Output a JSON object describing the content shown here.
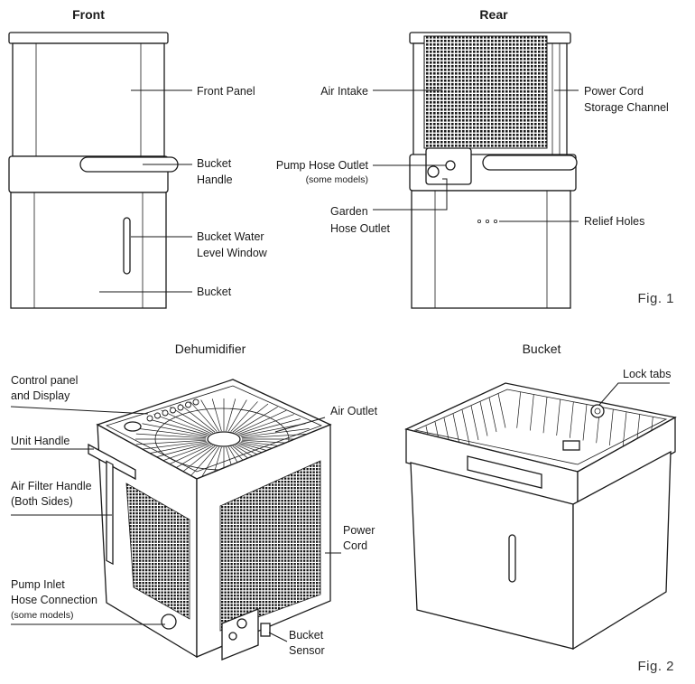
{
  "fig1": {
    "front_title": "Front",
    "rear_title": "Rear",
    "caption": "Fig. 1",
    "front_labels": {
      "front_panel": "Front Panel",
      "bucket_handle_1": "Bucket",
      "bucket_handle_2": "Handle",
      "level_window_1": "Bucket Water",
      "level_window_2": "Level Window",
      "bucket": "Bucket"
    },
    "rear_labels": {
      "air_intake": "Air Intake",
      "power_cord_channel_1": "Power Cord",
      "power_cord_channel_2": "Storage Channel",
      "pump_hose_outlet": "Pump Hose Outlet",
      "pump_hose_outlet_note": "(some models)",
      "garden_hose_1": "Garden",
      "garden_hose_2": "Hose Outlet",
      "relief_holes": "Relief Holes"
    }
  },
  "fig2": {
    "dehumidifier_title": "Dehumidifier",
    "bucket_title": "Bucket",
    "caption": "Fig. 2",
    "dehumidifier_labels": {
      "control_panel_1": "Control panel",
      "control_panel_2": "and Display",
      "unit_handle": "Unit Handle",
      "air_filter_handle_1": "Air Filter Handle",
      "air_filter_handle_2": "(Both Sides)",
      "pump_inlet_1": "Pump Inlet",
      "pump_inlet_2": "Hose Connection",
      "pump_inlet_note": "(some models)",
      "air_outlet": "Air Outlet",
      "power_cord_1": "Power",
      "power_cord_2": "Cord",
      "bucket_sensor_1": "Bucket",
      "bucket_sensor_2": "Sensor"
    },
    "bucket_labels": {
      "lock_tabs": "Lock tabs"
    }
  }
}
